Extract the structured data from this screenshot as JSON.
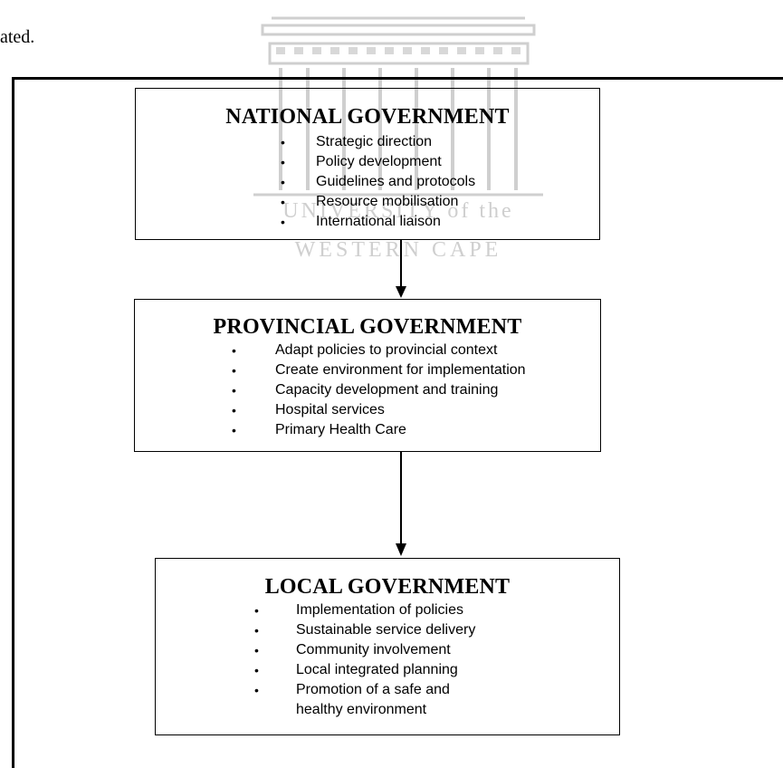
{
  "page": {
    "top_text": "ated."
  },
  "watermark": {
    "line1": "UNIVERSITY of the",
    "line2": "WESTERN CAPE"
  },
  "national": {
    "title": "NATIONAL GOVERNMENT",
    "items": [
      "Strategic direction",
      "Policy development",
      "Guidelines and protocols",
      "Resource mobilisation",
      "International liaison"
    ]
  },
  "provincial": {
    "title": "PROVINCIAL GOVERNMENT",
    "items": [
      "Adapt policies to provincial context",
      "Create environment for implementation",
      "Capacity development and training",
      "Hospital services",
      "Primary Health Care"
    ]
  },
  "local": {
    "title": "LOCAL GOVERNMENT",
    "items": [
      "Implementation of policies",
      "Sustainable service delivery",
      "Community involvement",
      "Local integrated planning",
      "Promotion of a safe and healthy environment"
    ]
  }
}
